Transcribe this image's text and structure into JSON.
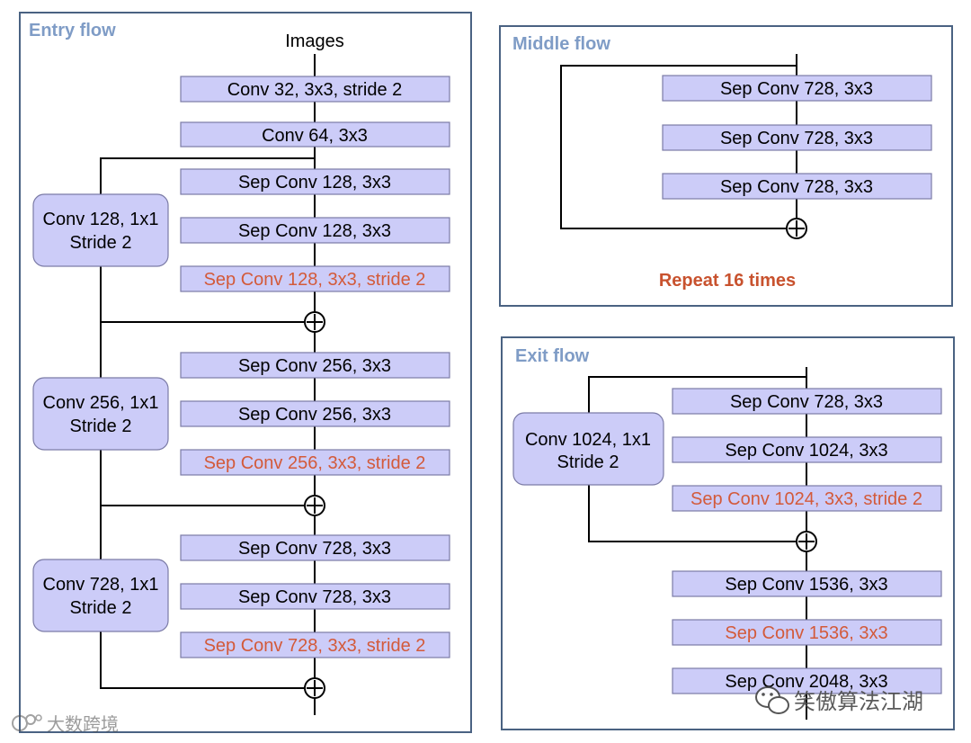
{
  "entry_flow": {
    "title": "Entry  flow",
    "input_label": "Images",
    "layers": {
      "conv32": "Conv 32, 3x3, stride 2",
      "conv64": "Conv 64, 3x3",
      "sep128a": "Sep Conv 128, 3x3",
      "sep128b": "Sep Conv 128, 3x3",
      "sep128s": "Sep Conv 128, 3x3, stride 2",
      "sep256a": "Sep Conv 256, 3x3",
      "sep256b": "Sep Conv 256, 3x3",
      "sep256s": "Sep Conv 256, 3x3, stride 2",
      "sep728a": "Sep Conv 728, 3x3",
      "sep728b": "Sep Conv 728, 3x3",
      "sep728s": "Sep Conv 728, 3x3, stride 2"
    },
    "shortcuts": {
      "s128": [
        "Conv 128, 1x1",
        "Stride 2"
      ],
      "s256": [
        "Conv 256, 1x1",
        "Stride 2"
      ],
      "s728": [
        "Conv 728, 1x1",
        "Stride 2"
      ]
    }
  },
  "middle_flow": {
    "title": "Middle  flow",
    "layers": [
      "Sep Conv 728, 3x3",
      "Sep Conv 728, 3x3",
      "Sep Conv 728, 3x3"
    ],
    "repeat_label": "Repeat 16 times"
  },
  "exit_flow": {
    "title": "Exit  flow",
    "layers": {
      "sep728": "Sep Conv 728, 3x3",
      "sep1024": "Sep Conv 1024, 3x3",
      "sep1024s": "Sep Conv 1024, 3x3, stride 2",
      "sep1536a": "Sep Conv 1536, 3x3",
      "sep1536b": "Sep Conv 1536, 3x3",
      "sep2048": "Sep Conv 2048, 3x3"
    },
    "shortcut": [
      "Conv 1024, 1x1",
      "Stride 2"
    ]
  },
  "watermarks": {
    "left": "大数跨境",
    "right": "笑傲算法江湖"
  },
  "colors": {
    "panel_border": "#4a6282",
    "panel_title": "#7f9cc6",
    "layer_fill": "#ccccf8",
    "stride_text": "#d35a3a",
    "repeat_text": "#c8522e"
  }
}
